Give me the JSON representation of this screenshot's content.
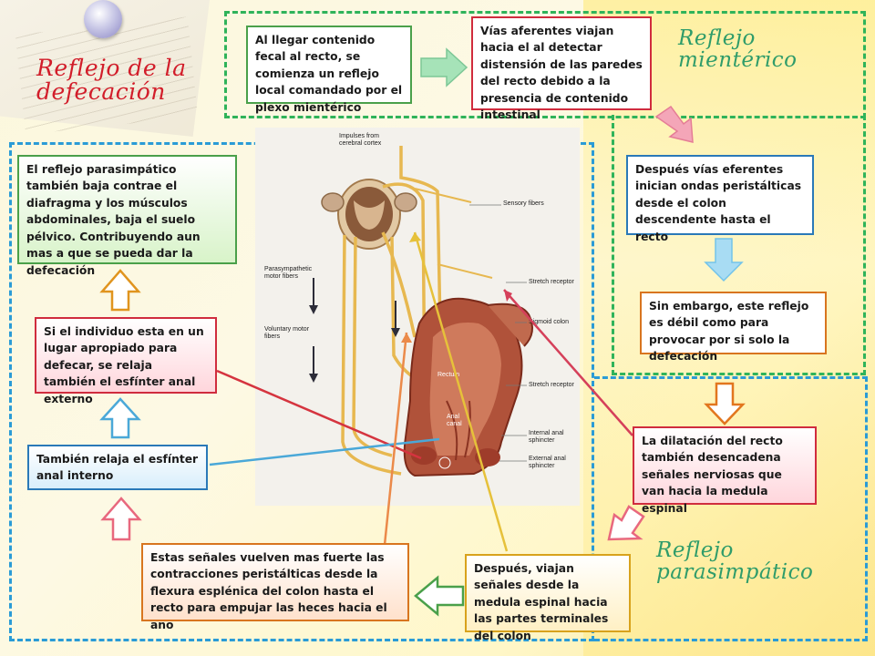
{
  "titles": {
    "main": "Reflejo de la defecación",
    "mienterico": "Reflejo mientérico",
    "parasimpatico": "Reflejo parasimpático"
  },
  "boxes": {
    "b1": "Al llegar contenido fecal al recto, se comienza un reflejo local comandado por el plexo mientérico",
    "b2": "Vías aferentes viajan hacia el al detectar distensión de las paredes del recto debido a la presencia de contenido intestinal",
    "b3": "Después vías eferentes inician ondas peristálticas desde el colon descendente hasta el recto",
    "b4": "Sin embargo, este reflejo es débil como para provocar por si solo la defecación",
    "b5": "La dilatación del recto también desencadena señales nerviosas que van hacia la medula espinal",
    "b6": "Después, viajan señales desde la medula espinal hacia las partes terminales del colon",
    "b7": "Estas señales vuelven mas fuerte las contracciones peristálticas desde la flexura esplénica del colon hasta el recto para empujar las heces hacia el ano",
    "b8": "También relaja el esfínter anal interno",
    "b9": "Si el individuo esta en un lugar apropiado para defecar, se relaja también el esfínter anal externo",
    "b10": "El reflejo parasimpático también baja contrae el diafragma y los músculos abdominales, baja el suelo pélvico. Contribuyendo aun mas a que se pueda dar la defecación"
  },
  "figure_labels": {
    "impulses": "Impulses from cerebral cortex",
    "sensory": "Sensory fibers",
    "parasympathetic": "Parasympathetic motor fibers",
    "voluntary": "Voluntary motor fibers",
    "stretch1": "Stretch receptor",
    "sigmoid": "Sigmoid colon",
    "rectum": "Rectum",
    "stretch2": "Stretch receptor",
    "anal_canal": "Anal canal",
    "internal": "Internal anal sphincter",
    "external": "External anal sphincter"
  },
  "colors": {
    "dash_green": "#2fb35a",
    "dash_blue": "#2a9bd6",
    "green_border": "#4aa04a",
    "red_border": "#d02c3e",
    "blue_border": "#2a79b8",
    "orange_border": "#d8751f",
    "yellow_border": "#d8a21c",
    "arrow_green": "#7dd3a0",
    "arrow_pink": "#f08da3",
    "arrow_sky": "#7fcdf0",
    "arrow_orange": "#e2761e",
    "nerve": "#e7b850"
  }
}
